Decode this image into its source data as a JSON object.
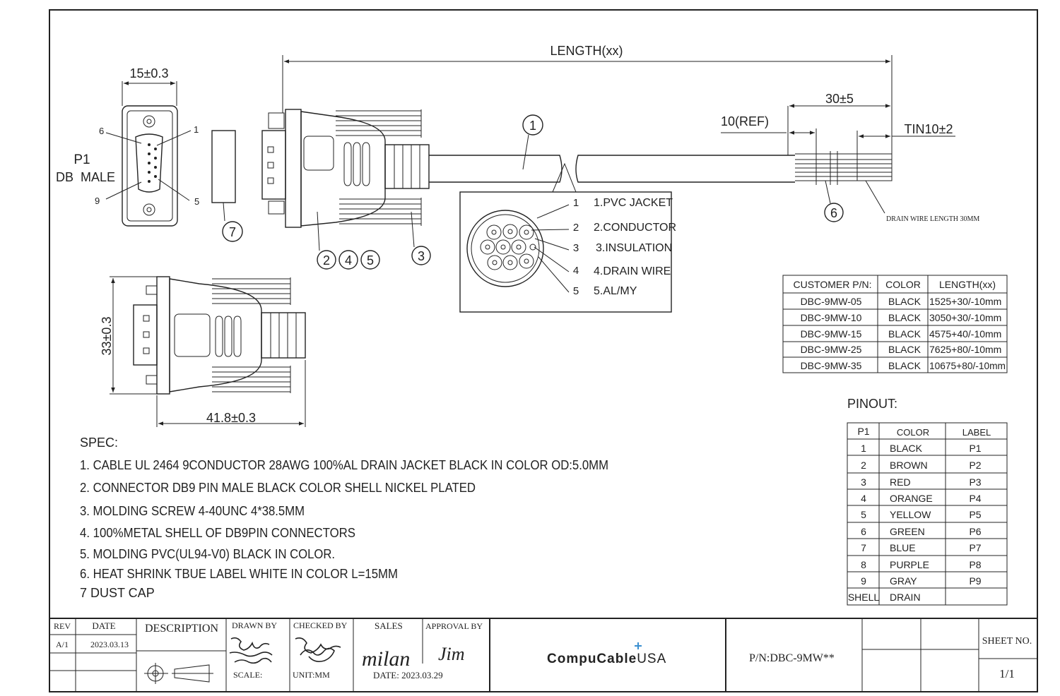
{
  "dimensions": {
    "length": "LENGTH(xx)",
    "width_15": "15±0.3",
    "strip_30": "30±5",
    "ref_10": "10(REF)",
    "tin": "TIN10±2",
    "height_33": "33±0.3",
    "width_41": "41.8±0.3",
    "drain_note": "DRAIN WIRE LENGTH 30MM"
  },
  "connector": {
    "label_p1": "P1",
    "label_type": "DB  MALE",
    "pin_6": "6",
    "pin_1": "1",
    "pin_9": "9",
    "pin_5": "5"
  },
  "balloons": [
    "1",
    "2",
    "3",
    "4",
    "5",
    "6",
    "7"
  ],
  "cross_section": {
    "items": [
      {
        "num": "1",
        "label": "1.PVC JACKET"
      },
      {
        "num": "2",
        "label": "2.CONDUCTOR"
      },
      {
        "num": "3",
        "label": "3.INSULATION"
      },
      {
        "num": "4",
        "label": "4.DRAIN WIRE"
      },
      {
        "num": "5",
        "label": "5.AL/MY"
      }
    ]
  },
  "parts_table": {
    "headers": [
      "CUSTOMER P/N:",
      "COLOR",
      "LENGTH(xx)"
    ],
    "rows": [
      [
        "DBC-9MW-05",
        "BLACK",
        "1525+30/-10mm"
      ],
      [
        "DBC-9MW-10",
        "BLACK",
        "3050+30/-10mm"
      ],
      [
        "DBC-9MW-15",
        "BLACK",
        "4575+40/-10mm"
      ],
      [
        "DBC-9MW-25",
        "BLACK",
        "7625+80/-10mm"
      ],
      [
        "DBC-9MW-35",
        "BLACK",
        "10675+80/-10mm"
      ]
    ]
  },
  "pinout": {
    "title": "PINOUT:",
    "headers": [
      "P1",
      "COLOR",
      "LABEL"
    ],
    "rows": [
      [
        "1",
        "BLACK",
        "P1"
      ],
      [
        "2",
        "BROWN",
        "P2"
      ],
      [
        "3",
        "RED",
        "P3"
      ],
      [
        "4",
        "ORANGE",
        "P4"
      ],
      [
        "5",
        "YELLOW",
        "P5"
      ],
      [
        "6",
        "GREEN",
        "P6"
      ],
      [
        "7",
        "BLUE",
        "P7"
      ],
      [
        "8",
        "PURPLE",
        "P8"
      ],
      [
        "9",
        "GRAY",
        "P9"
      ],
      [
        "SHELL",
        "DRAIN",
        ""
      ]
    ]
  },
  "spec": {
    "title": "SPEC:",
    "lines": [
      "1. CABLE UL 2464 9CONDUCTOR 28AWG 100%AL DRAIN JACKET BLACK IN COLOR OD:5.0MM",
      "2. CONNECTOR DB9 PIN MALE BLACK COLOR SHELL NICKEL PLATED",
      "3. MOLDING SCREW 4-40UNC 4*38.5MM",
      "4. 100%METAL SHELL OF DB9PIN CONNECTORS",
      "5. MOLDING PVC(UL94-V0) BLACK IN COLOR.",
      "6. HEAT SHRINK TBUE LABEL WHITE IN COLOR L=15MM",
      "7 DUST CAP"
    ]
  },
  "title_block": {
    "rev_label": "REV",
    "date_label": "DATE",
    "rev": "A/1",
    "date": "2023.03.13",
    "description": "DESCRIPTION",
    "drawn_by": "DRAWN BY",
    "checked_by": "CHECKED BY",
    "sales": "SALES",
    "approval_by": "APPROVAL BY",
    "scale": "SCALE:",
    "unit": "UNIT:MM",
    "sales_signature": "milan",
    "approval_signature": "Jim",
    "sales_date": "DATE: 2023.03.29",
    "company_prefix": "CompuCable",
    "company_suffix": "USA",
    "pn": "P/N:DBC-9MW**",
    "sheet_no": "SHEET NO.",
    "sheet": "1/1"
  }
}
